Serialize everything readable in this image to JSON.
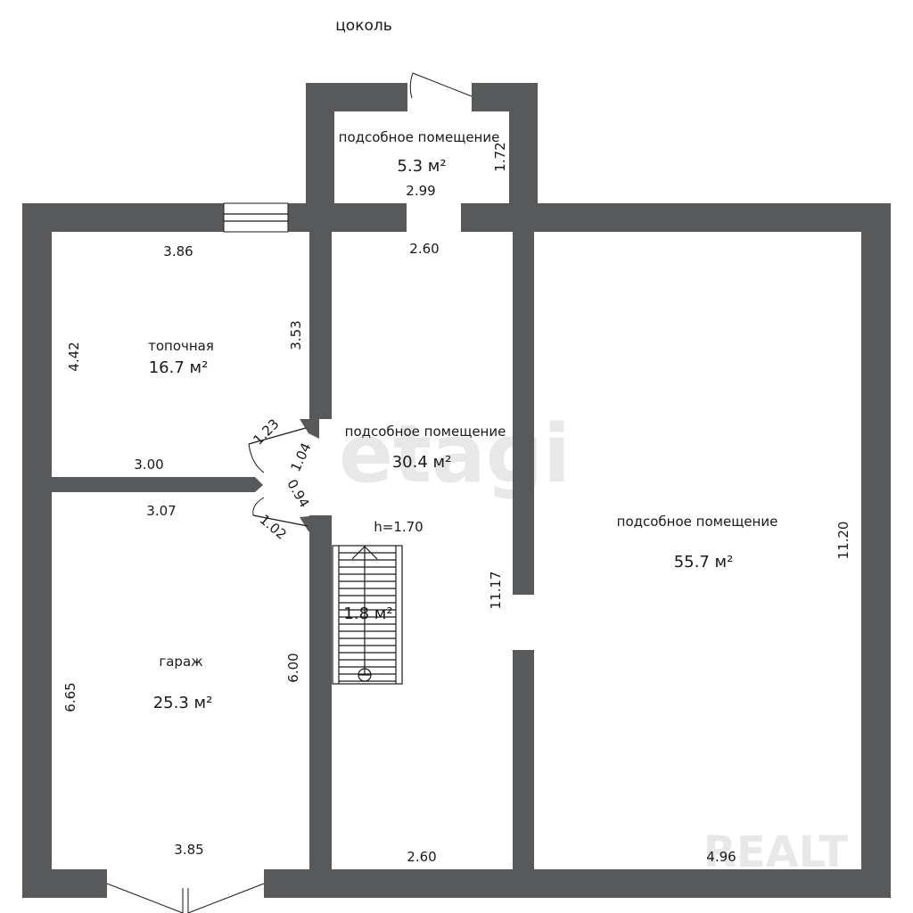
{
  "title": "цоколь",
  "rooms": {
    "utility_top": {
      "name": "подсобное помещение",
      "area": "5.3 м²"
    },
    "boiler": {
      "name": "топочная",
      "area": "16.7 м²"
    },
    "corridor": {
      "name": "подсобное помещение",
      "area": "30.4 м²"
    },
    "big": {
      "name": "подсобное помещение",
      "area": "55.7 м²"
    },
    "garage": {
      "name": "гараж",
      "area": "25.3 м²"
    },
    "stairs": {
      "area": "1.8 м²",
      "height": "h=1.70"
    }
  },
  "dimensions": {
    "utility_width": "2.99",
    "utility_depth": "1.72",
    "boiler_top": "3.86",
    "boiler_left": "4.42",
    "boiler_right": "3.53",
    "boiler_bottom": "3.00",
    "corridor_top": "2.60",
    "corridor_bottom": "2.60",
    "corridor_length": "11.17",
    "garage_top": "3.07",
    "garage_left": "6.65",
    "garage_right": "6.00",
    "garage_bottom": "3.85",
    "big_length": "11.20",
    "big_bottom": "4.96",
    "door_a": "1.23",
    "door_b": "1.04",
    "door_c": "0.94",
    "door_d": "1.02"
  },
  "watermarks": {
    "center": "etagi",
    "corner": "REALT"
  }
}
